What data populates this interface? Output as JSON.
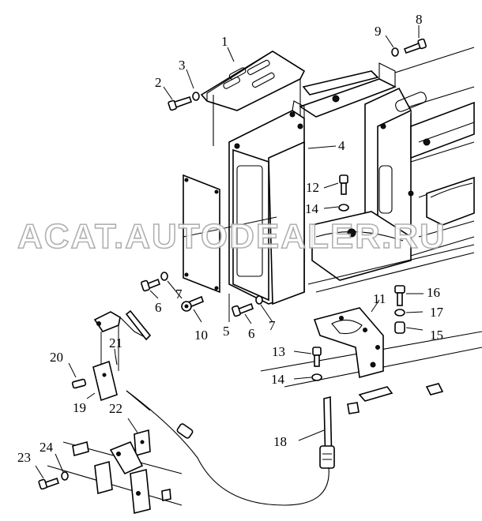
{
  "watermark": "ACAT.AUTODEALER.RU",
  "callouts": {
    "c1": "1",
    "c2": "2",
    "c3": "3",
    "c4": "4",
    "c5": "5",
    "c6a": "6",
    "c6b": "6",
    "c7a": "7",
    "c7b": "7",
    "c8": "8",
    "c9": "9",
    "c10": "10",
    "c11": "11",
    "c12": "12",
    "c13": "13",
    "c14a": "14",
    "c14b": "14",
    "c15": "15",
    "c16": "16",
    "c17": "17",
    "c18": "18",
    "c19": "19",
    "c20": "20",
    "c21": "21",
    "c22": "22",
    "c23": "23",
    "c24": "24"
  }
}
